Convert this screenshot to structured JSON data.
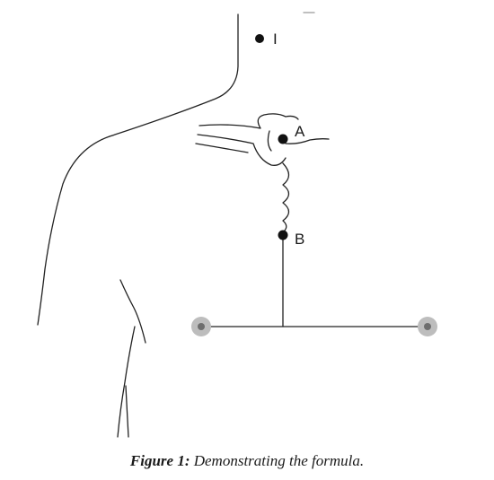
{
  "figure": {
    "points": {
      "i": {
        "label": "I"
      },
      "a": {
        "label": "A"
      },
      "b": {
        "label": "B"
      }
    },
    "colors": {
      "line": "#222222",
      "electrode": "#bdbdbd",
      "electrode_core": "#6e6e6e"
    }
  },
  "caption": {
    "label": "Figure 1:",
    "text": "Demonstrating the formula."
  }
}
